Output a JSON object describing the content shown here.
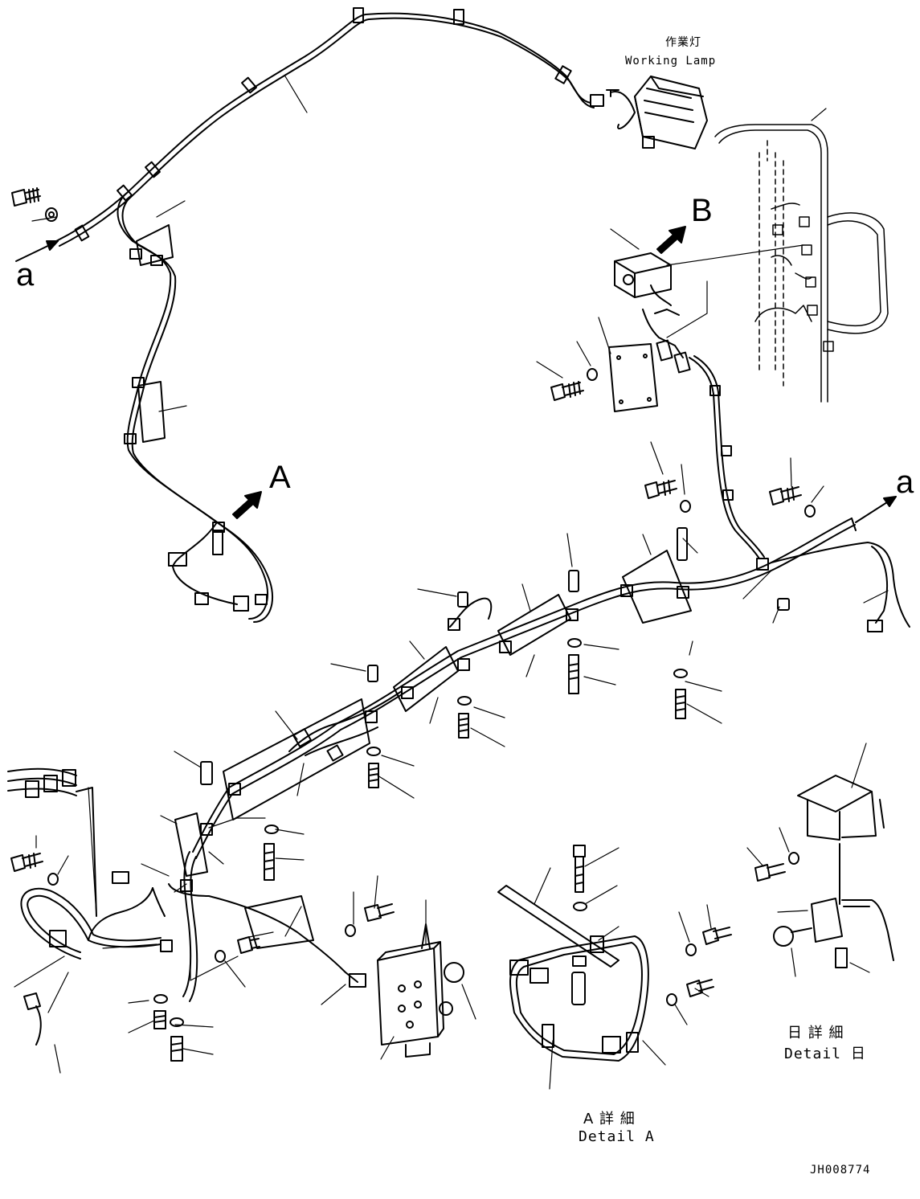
{
  "labels": {
    "working_lamp_jp": "作業灯",
    "working_lamp_en": "Working Lamp",
    "callout_a_left": "a",
    "callout_a_right": "a",
    "callout_A": "A",
    "callout_B": "B",
    "detail_a_jp": "A 詳 細",
    "detail_a_en": "Detail A",
    "detail_b_jp": "日 詳 細",
    "detail_b_en": "Detail 日",
    "drawing_number": "JH008774"
  }
}
